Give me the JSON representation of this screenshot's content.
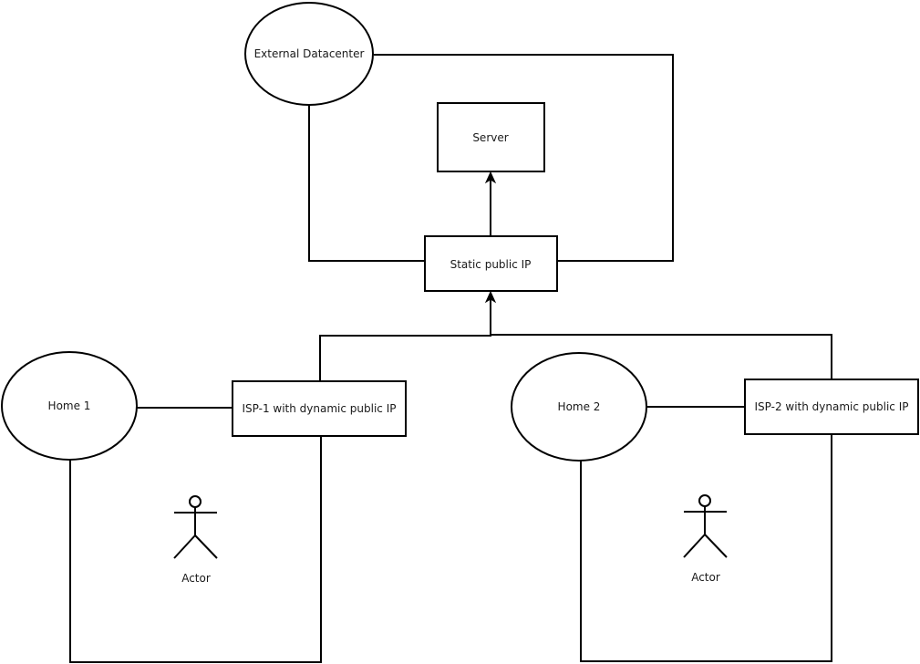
{
  "diagram": {
    "nodes": {
      "external_datacenter": {
        "shape": "ellipse",
        "label": "External Datacenter"
      },
      "server": {
        "shape": "rectangle",
        "label": "Server"
      },
      "static_ip": {
        "shape": "rectangle",
        "label": "Static public IP"
      },
      "home1": {
        "shape": "ellipse",
        "label": "Home 1"
      },
      "isp1": {
        "shape": "rectangle",
        "label": "ISP-1 with dynamic public IP"
      },
      "home2": {
        "shape": "ellipse",
        "label": "Home 2"
      },
      "isp2": {
        "shape": "rectangle",
        "label": "ISP-2 with dynamic public IP"
      },
      "actor1": {
        "shape": "actor",
        "label": "Actor"
      },
      "actor2": {
        "shape": "actor",
        "label": "Actor"
      }
    },
    "edges": [
      {
        "from": "static_ip",
        "to": "server",
        "arrow": true
      },
      {
        "from": "external_datacenter",
        "to": "static_ip",
        "arrow": false,
        "side": "left"
      },
      {
        "from": "external_datacenter",
        "to": "static_ip",
        "arrow": false,
        "side": "right"
      },
      {
        "from": "isp1",
        "to": "static_ip",
        "arrow": true
      },
      {
        "from": "isp2",
        "to": "static_ip",
        "arrow": true
      },
      {
        "from": "home1",
        "to": "isp1",
        "arrow": false
      },
      {
        "from": "home2",
        "to": "isp2",
        "arrow": false
      },
      {
        "from": "home1",
        "to": "isp1",
        "arrow": false,
        "route": "bottom-loop"
      },
      {
        "from": "home2",
        "to": "isp2",
        "arrow": false,
        "route": "bottom-loop"
      }
    ],
    "colors": {
      "stroke": "#000000",
      "fill": "#ffffff",
      "text": "#1a1a1a"
    }
  }
}
